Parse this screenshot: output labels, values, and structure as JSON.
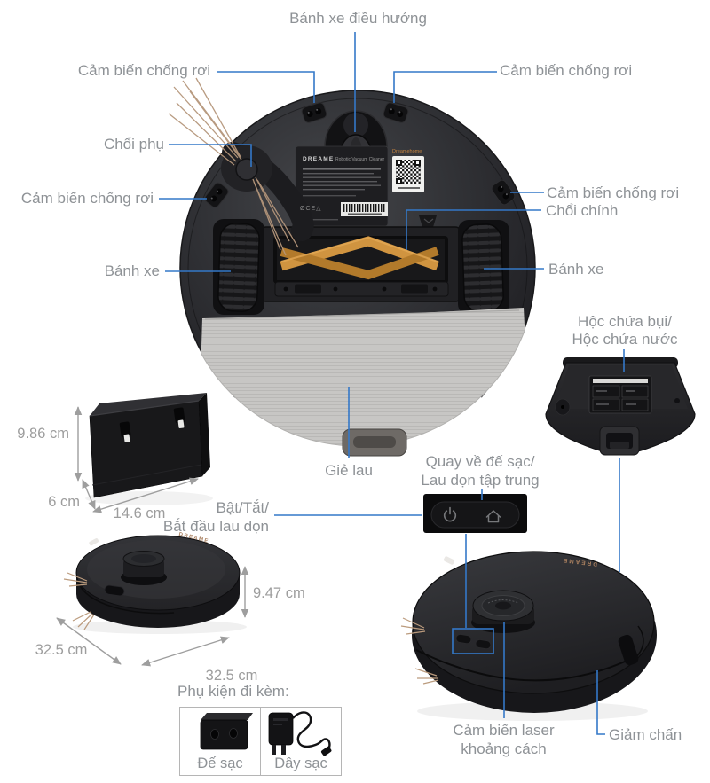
{
  "product": {
    "brand": "DREAME",
    "plate_title": "Robotic Vacuum Cleaner",
    "qr_caption": "Dreamehome",
    "cert_marks": "ØCE△"
  },
  "colors": {
    "leader_blue": "#3478c8",
    "label_gray": "#8e9296",
    "dimension_gray": "#9d9d9d",
    "brush_orange": "#d09440",
    "copper_brand": "#a87f5f",
    "body_dark": "#2a2a2d",
    "mop_gray": "#c7c6c4"
  },
  "bottom_view": {
    "caster_wheel": "Bánh xe điều hướng",
    "drop_sensor": "Cảm biến chống rơi",
    "side_brush": "Chổi phụ",
    "main_brush": "Chổi chính",
    "wheel": "Bánh xe",
    "mop_cloth": "Giẻ lau",
    "dustbin_line1": "Hộc chứa bụi/",
    "dustbin_line2": "Hộc chứa nước"
  },
  "dock_dimensions": {
    "height": "9.86 cm",
    "depth": "6 cm",
    "width": "14.6 cm"
  },
  "robot_dimensions": {
    "diameter_left": "32.5 cm",
    "diameter_front": "32.5 cm",
    "height": "9.47 cm"
  },
  "controls": {
    "power_label_line1": "Bật/Tắt/",
    "power_label_line2": "Bắt đầu lau dọn",
    "dock_label_line1": "Quay về đế sạc/",
    "dock_label_line2": "Lau dọn tập trung"
  },
  "top_view": {
    "laser_line1": "Cảm biến laser",
    "laser_line2": "khoảng cách",
    "bumper": "Giảm chấn"
  },
  "accessories": {
    "heading": "Phụ kiện đi kèm:",
    "items": [
      {
        "label": "Đế sạc"
      },
      {
        "label": "Dây sạc"
      }
    ]
  }
}
